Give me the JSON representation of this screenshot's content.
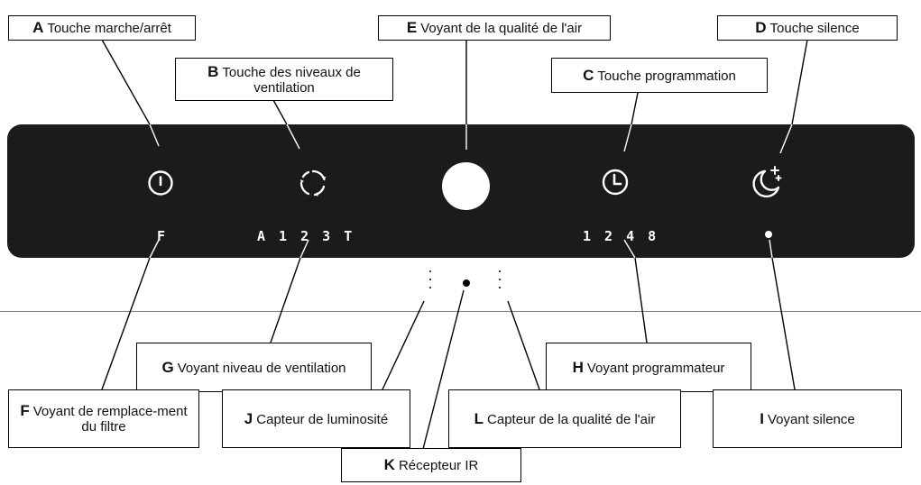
{
  "callouts": {
    "A": {
      "letter": "A",
      "text": "Touche marche/arrêt"
    },
    "B": {
      "letter": "B",
      "text": "Touche des niveaux de ventilation"
    },
    "C": {
      "letter": "C",
      "text": "Touche programmation"
    },
    "D": {
      "letter": "D",
      "text": "Touche silence"
    },
    "E": {
      "letter": "E",
      "text": "Voyant de la qualité de l'air"
    },
    "F": {
      "letter": "F",
      "text": "Voyant de remplace-ment du filtre"
    },
    "G": {
      "letter": "G",
      "text": "Voyant niveau de ventilation"
    },
    "H": {
      "letter": "H",
      "text": "Voyant programmateur"
    },
    "I": {
      "letter": "I",
      "text": "Voyant silence"
    },
    "J": {
      "letter": "J",
      "text": "Capteur de luminosité"
    },
    "K": {
      "letter": "K",
      "text": "Récepteur IR"
    },
    "L": {
      "letter": "L",
      "text": "Capteur de la qualité de l'air"
    }
  },
  "panel": {
    "filter_indicator": "F",
    "fan_levels": "A 1 2 3 T",
    "timer_levels": "1 2 4 8"
  }
}
